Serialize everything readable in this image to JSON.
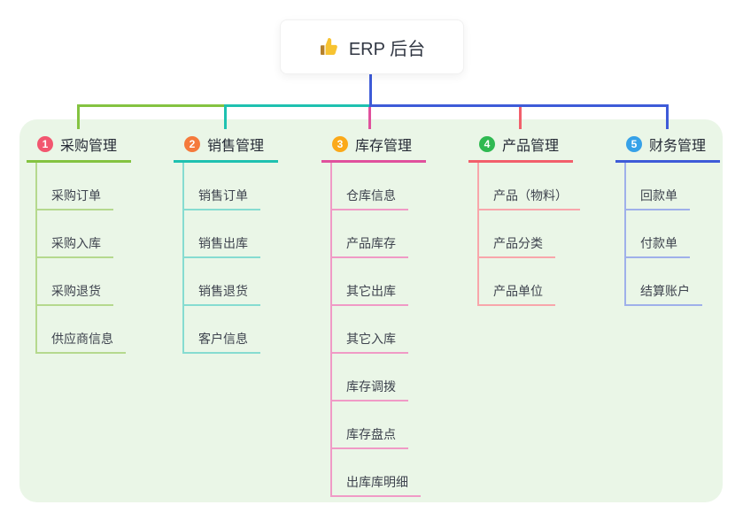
{
  "root": {
    "label": "ERP 后台",
    "icon": "thumbs-up-icon",
    "icon_color": "#f7c331"
  },
  "colors": {
    "panel_bg": "#eaf6e7",
    "root_connector": "#3e5bd8",
    "root_text": "#303642",
    "branch_label_text": "#262b36",
    "child_text": "#3e434e"
  },
  "branches": [
    {
      "number": "1",
      "label": "采购管理",
      "badge_color": "#f2566f",
      "line_color": "#84c341",
      "child_line_color": "#b5d98e",
      "children": [
        "采购订单",
        "采购入库",
        "采购退货",
        "供应商信息"
      ]
    },
    {
      "number": "2",
      "label": "销售管理",
      "badge_color": "#f57a3c",
      "line_color": "#1ec1b0",
      "child_line_color": "#86dcd1",
      "children": [
        "销售订单",
        "销售出库",
        "销售退货",
        "客户信息"
      ]
    },
    {
      "number": "3",
      "label": "库存管理",
      "badge_color": "#fba919",
      "line_color": "#e0519d",
      "child_line_color": "#f09ac6",
      "children": [
        "仓库信息",
        "产品库存",
        "其它出库",
        "其它入库",
        "库存调拨",
        "库存盘点",
        "出库库明细"
      ]
    },
    {
      "number": "4",
      "label": "产品管理",
      "badge_color": "#2fb951",
      "line_color": "#f25f6b",
      "child_line_color": "#f8a6ab",
      "children": [
        "产品（物料）",
        "产品分类",
        "产品单位"
      ]
    },
    {
      "number": "5",
      "label": "财务管理",
      "badge_color": "#36a1e8",
      "line_color": "#3e5bd8",
      "child_line_color": "#9fb0ea",
      "children": [
        "回款单",
        "付款单",
        "结算账户"
      ]
    }
  ]
}
